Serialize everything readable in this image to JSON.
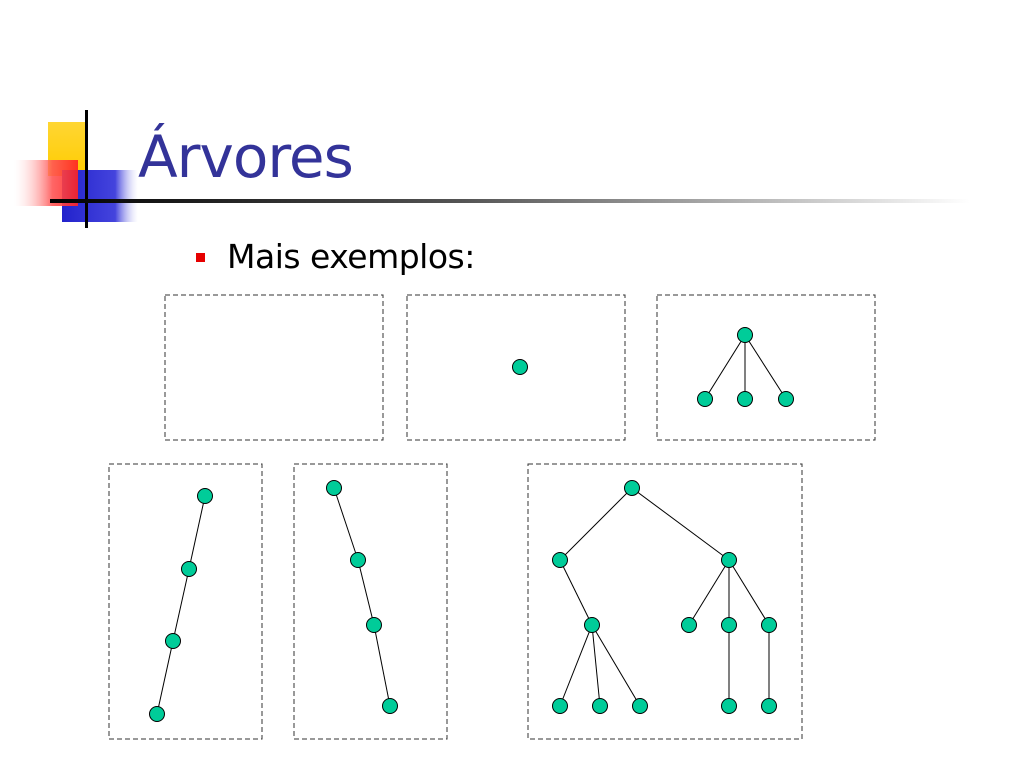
{
  "slide": {
    "title": "Árvores",
    "bullet": "Mais exemplos:"
  },
  "colors": {
    "title": "#333399",
    "bullet": "#e60000",
    "node_fill": "#00cc99",
    "node_stroke": "#000000",
    "frame_stroke": "#333333",
    "deco_yellow": "#ffcc00",
    "deco_blue": "#3333cc",
    "deco_red": "#ff3333"
  },
  "diagram": {
    "trees": [
      {
        "label": "empty-tree",
        "nodes": [],
        "edges": []
      },
      {
        "label": "single-node-tree",
        "nodes": [
          "root"
        ],
        "edges": []
      },
      {
        "label": "root-with-three-children",
        "nodes": [
          "root",
          "c1",
          "c2",
          "c3"
        ],
        "edges": [
          [
            "root",
            "c1"
          ],
          [
            "root",
            "c2"
          ],
          [
            "root",
            "c3"
          ]
        ]
      },
      {
        "label": "left-leaning-chain",
        "nodes": [
          "n1",
          "n2",
          "n3",
          "n4"
        ],
        "edges": [
          [
            "n1",
            "n2"
          ],
          [
            "n2",
            "n3"
          ],
          [
            "n3",
            "n4"
          ]
        ]
      },
      {
        "label": "right-leaning-chain",
        "nodes": [
          "n1",
          "n2",
          "n3",
          "n4"
        ],
        "edges": [
          [
            "n1",
            "n2"
          ],
          [
            "n2",
            "n3"
          ],
          [
            "n3",
            "n4"
          ]
        ]
      },
      {
        "label": "multi-level-tree",
        "nodes": [
          "root",
          "a",
          "b",
          "a1",
          "b1",
          "b2",
          "b3",
          "a1x",
          "a1y",
          "a1z",
          "b2x",
          "b3x"
        ],
        "edges": [
          [
            "root",
            "a"
          ],
          [
            "root",
            "b"
          ],
          [
            "a",
            "a1"
          ],
          [
            "b",
            "b1"
          ],
          [
            "b",
            "b2"
          ],
          [
            "b",
            "b3"
          ],
          [
            "a1",
            "a1x"
          ],
          [
            "a1",
            "a1y"
          ],
          [
            "a1",
            "a1z"
          ],
          [
            "b2",
            "b2x"
          ],
          [
            "b3",
            "b3x"
          ]
        ]
      }
    ]
  }
}
